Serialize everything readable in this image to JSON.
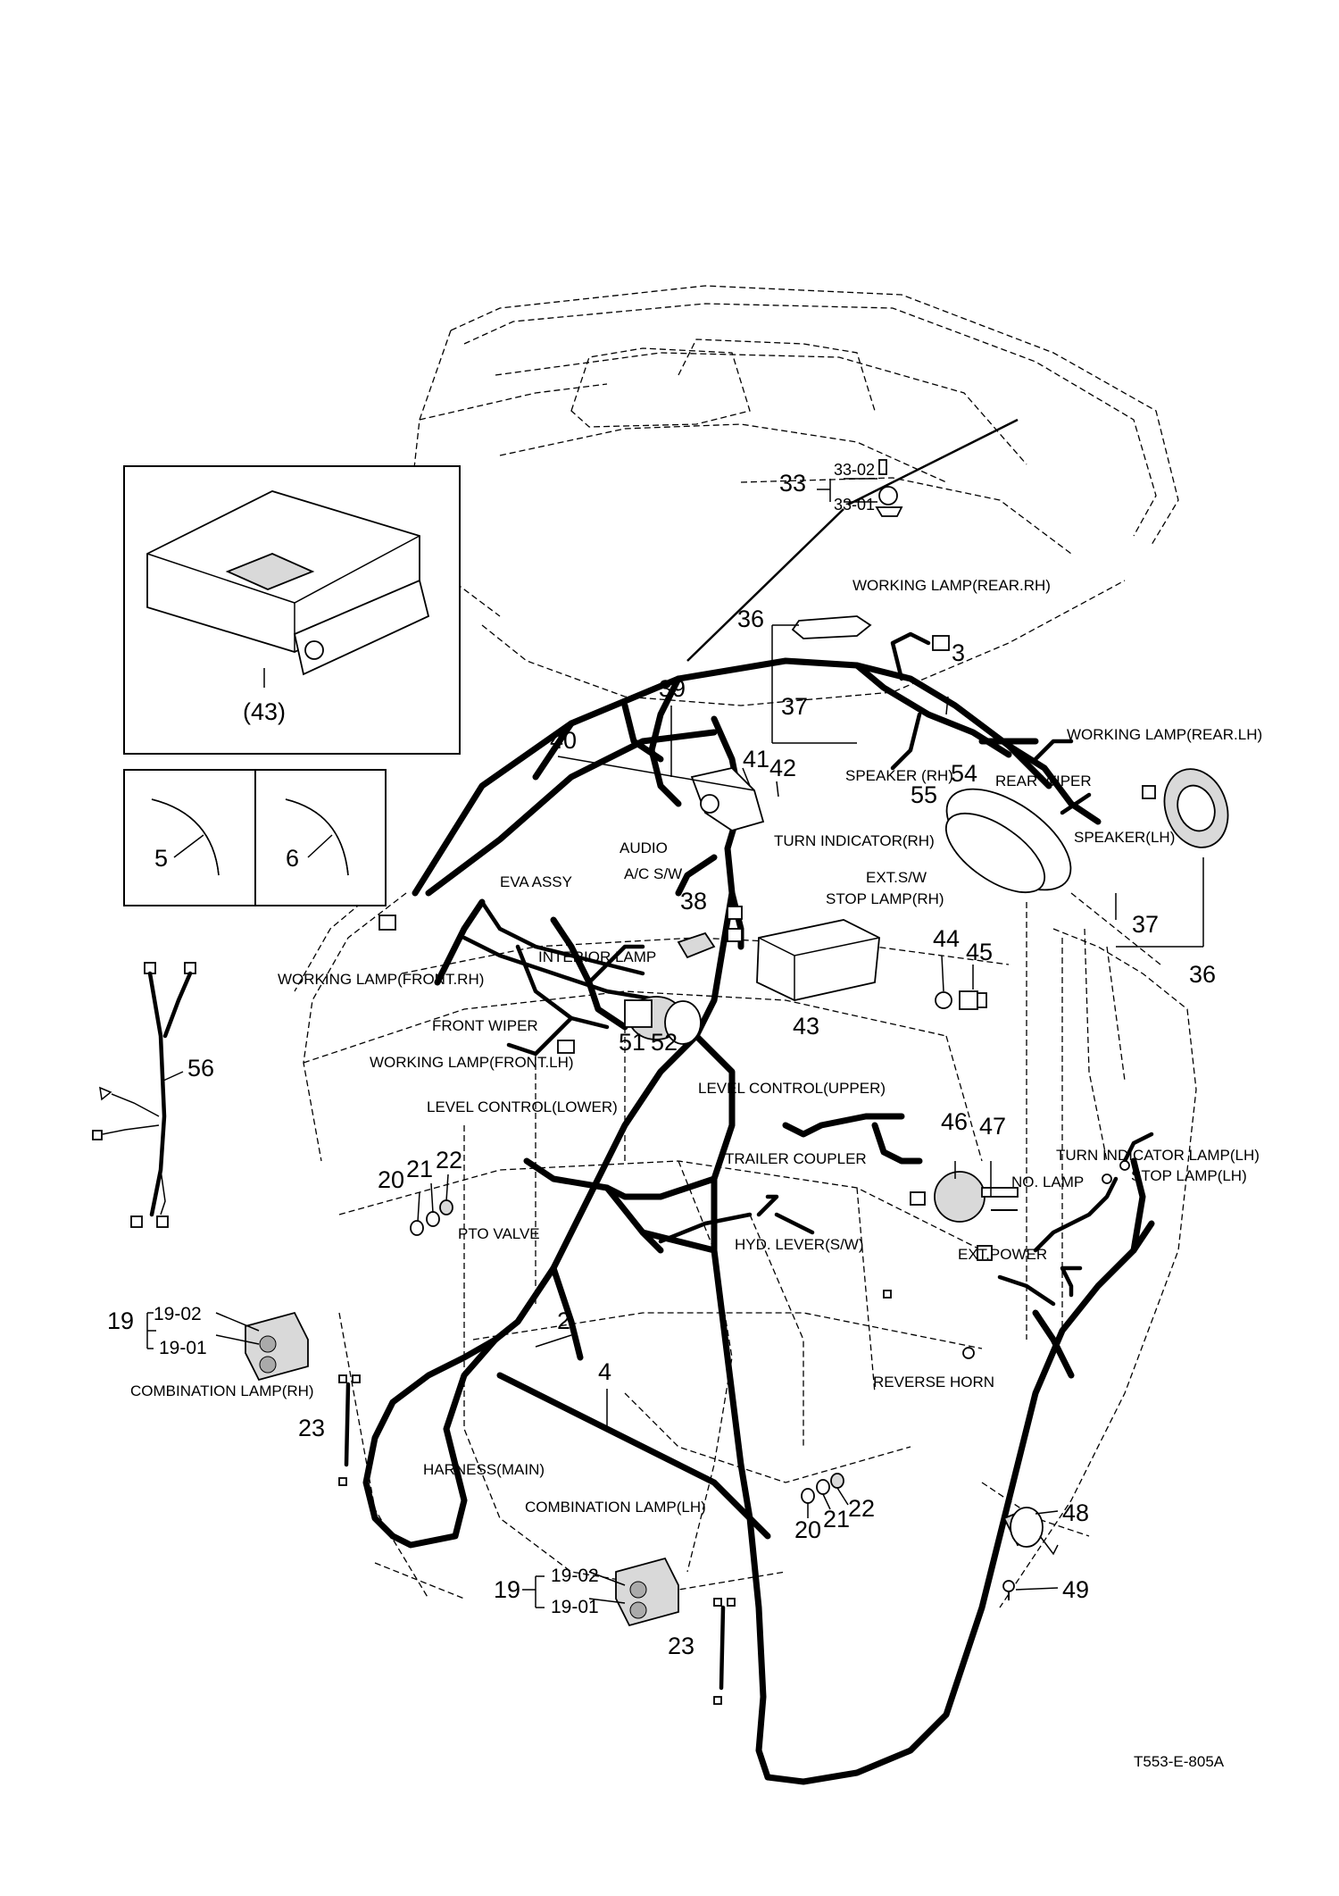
{
  "drawing_code": "T553-E-805A",
  "labels": {
    "working_lamp_rear_rh": "WORKING LAMP(REAR.RH)",
    "working_lamp_rear_lh": "WORKING LAMP(REAR.LH)",
    "speaker_rh": "SPEAKER (RH)",
    "speaker_lh": "SPEAKER(LH)",
    "rear_wiper": "REAR WIPER",
    "turn_indicator_rh": "TURN INDICATOR(RH)",
    "ext_sw": "EXT.S/W",
    "stop_lamp_rh": "STOP LAMP(RH)",
    "audio": "AUDIO",
    "ac_sw": "A/C S/W",
    "eva_assy": "EVA ASSY",
    "interior_lamp": "INTERIOR LAMP",
    "working_lamp_front_rh": "WORKING LAMP(FRONT.RH)",
    "front_wiper": "FRONT WIPER",
    "working_lamp_front_lh": "WORKING LAMP(FRONT.LH)",
    "level_control_upper": "LEVEL CONTROL(UPPER)",
    "level_control_lower": "LEVEL CONTROL(LOWER)",
    "trailer_coupler": "TRAILER COUPLER",
    "pto_valve": "PTO VALVE",
    "hyd_lever": "HYD. LEVER(S/W)",
    "turn_indicator_lamp_lh": "TURN INDICATOR LAMP(LH)",
    "stop_lamp_lh": "STOP LAMP(LH)",
    "no_lamp": "NO. LAMP",
    "ext_power": "EXT.POWER",
    "reverse_horn": "REVERSE HORN",
    "harness_main": "HARNESS(MAIN)",
    "combination_lamp_rh": "COMBINATION LAMP(RH)",
    "combination_lamp_lh": "COMBINATION LAMP(LH)"
  },
  "callouts": {
    "n33": "33",
    "n33_02": "33-02",
    "n33_01": "33-01",
    "n3": "3",
    "n36a": "36",
    "n36b": "36",
    "n37a": "37",
    "n37b": "37",
    "n39": "39",
    "n40": "40",
    "n41": "41",
    "n42": "42",
    "n54": "54",
    "n55": "55",
    "n38": "38",
    "n43": "43",
    "n43_inset": "(43)",
    "n44": "44",
    "n45": "45",
    "n51": "51",
    "n52": "52",
    "n46": "46",
    "n47": "47",
    "n20a": "20",
    "n21a": "21",
    "n22a": "22",
    "n20b": "20",
    "n21b": "21",
    "n22b": "22",
    "n2": "2",
    "n4": "4",
    "n56": "56",
    "n19a": "19",
    "n19_02a": "19-02",
    "n19_01a": "19-01",
    "n19b": "19",
    "n19_02b": "19-02",
    "n19_01b": "19-01",
    "n23a": "23",
    "n23b": "23",
    "n48": "48",
    "n49": "49",
    "n5": "5",
    "n6": "6"
  }
}
